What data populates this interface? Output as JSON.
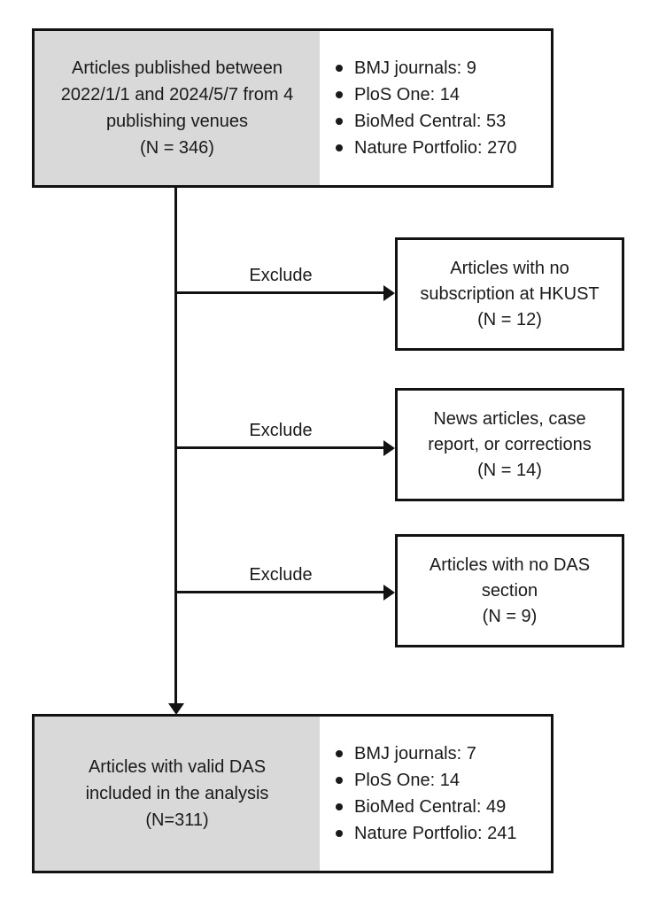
{
  "diagram": {
    "type": "flowchart",
    "colors": {
      "box_fill_gray": "#d9d9d9",
      "box_fill_white": "#ffffff",
      "border": "#121212",
      "text": "#1a1a1a",
      "background": "#ffffff"
    },
    "top_box": {
      "lines": [
        "Articles published between",
        "2022/1/1 and 2024/5/7 from 4",
        "publishing venues",
        "(N = 346)"
      ],
      "bullets": [
        "BMJ journals: 9",
        "PloS One: 14",
        "BioMed Central: 53",
        "Nature Portfolio: 270"
      ]
    },
    "exclusions": [
      {
        "arrow_label": "Exclude",
        "lines": [
          "Articles with no",
          "subscription at HKUST",
          "(N = 12)"
        ]
      },
      {
        "arrow_label": "Exclude",
        "lines": [
          "News articles, case",
          "report, or corrections",
          "(N = 14)"
        ]
      },
      {
        "arrow_label": "Exclude",
        "lines": [
          "Articles with no DAS",
          "section",
          "(N = 9)"
        ]
      }
    ],
    "bottom_box": {
      "lines": [
        "Articles with valid DAS",
        "included in the analysis",
        "(N=311)"
      ],
      "bullets": [
        "BMJ journals: 7",
        "PloS One: 14",
        "BioMed Central: 49",
        "Nature Portfolio: 241"
      ]
    }
  }
}
